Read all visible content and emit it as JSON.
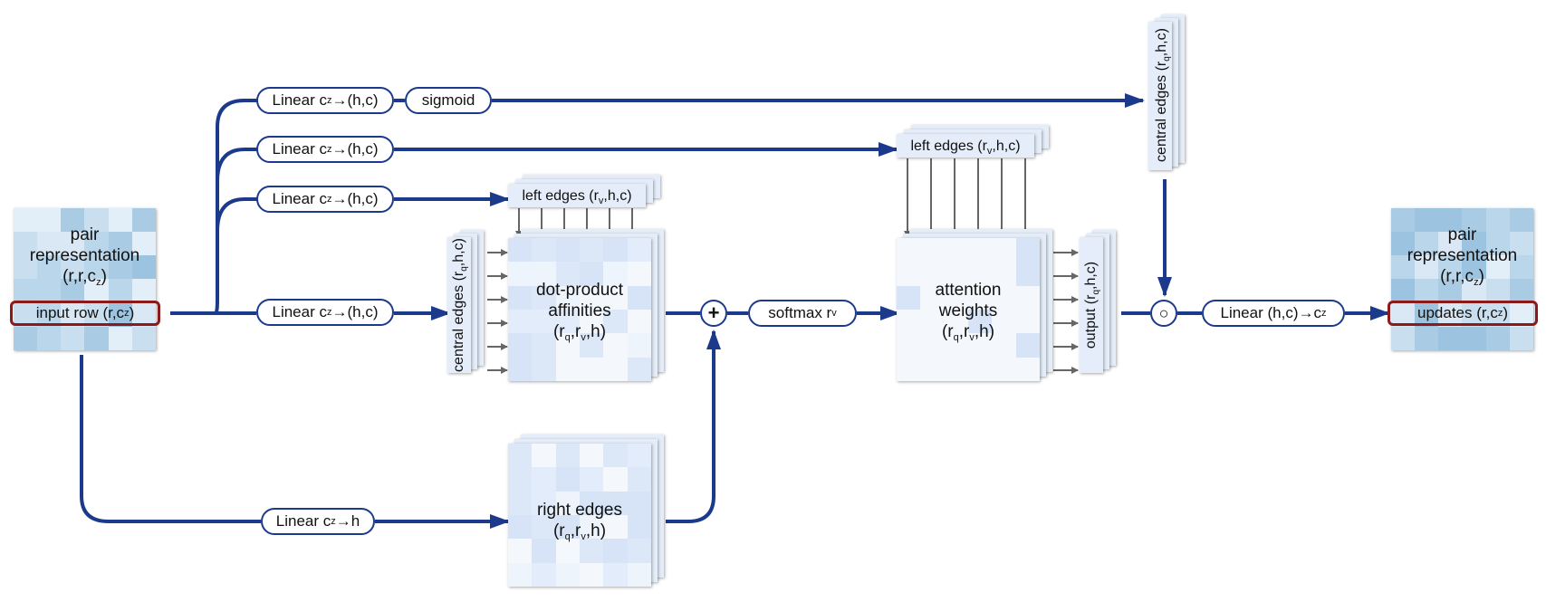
{
  "input_block": {
    "title_lines": [
      "pair",
      "representation"
    ],
    "shape_main": "(r,r,c",
    "shape_sub": "z",
    "shape_end": ")",
    "highlight_main": "input row (r,c",
    "highlight_sub": "z",
    "highlight_end": ")"
  },
  "output_block": {
    "title_lines": [
      "pair",
      "representation"
    ],
    "shape_main": "(r,r,c",
    "shape_sub": "z",
    "shape_end": ")",
    "highlight_main": "updates (r,c",
    "highlight_sub": "z",
    "highlight_end": ")"
  },
  "ops": {
    "linear_gate": {
      "pre": "Linear c",
      "sub": "z",
      "post": "→(h,c)"
    },
    "sigmoid": "sigmoid",
    "linear_left2": {
      "pre": "Linear c",
      "sub": "z",
      "post": "→(h,c)"
    },
    "linear_left1": {
      "pre": "Linear c",
      "sub": "z",
      "post": "→(h,c)"
    },
    "linear_central": {
      "pre": "Linear c",
      "sub": "z",
      "post": "→(h,c)"
    },
    "linear_bias": {
      "pre": "Linear c",
      "sub": "z",
      "post": "→h"
    },
    "softmax": {
      "pre": "softmax r",
      "sub": "v"
    },
    "linear_out": {
      "pre": "Linear (h,c)→c",
      "sub": "z"
    },
    "plus_symbol": "+",
    "gate_symbol": "○"
  },
  "tensors": {
    "left_edges_1": {
      "pre": "left edges (r",
      "sub": "v",
      "post": ",h,c)"
    },
    "left_edges_2": {
      "pre": "left edges (r",
      "sub": "v",
      "post": ",h,c)"
    },
    "central_edges_1": {
      "pre": "central edges (r",
      "sub": "q",
      "post": ",h,c)"
    },
    "central_edges_gate": {
      "pre": "central edges  (r",
      "sub": "q",
      "post": ",h,c)"
    },
    "affinities": {
      "lines": [
        "dot-product",
        "affinities"
      ],
      "shape": [
        "(r",
        "q",
        ",r",
        "v",
        ",h)"
      ]
    },
    "right_edges": {
      "lines": [
        "right edges"
      ],
      "shape": [
        "(r",
        "q",
        ",r",
        "v",
        ",h)"
      ]
    },
    "attention": {
      "lines": [
        "attention",
        "weights"
      ],
      "shape": [
        "(r",
        "q",
        ",r",
        "v",
        ",h)"
      ]
    },
    "output": {
      "pre": "output (r",
      "sub": "q",
      "post": ",h,c)"
    }
  },
  "colors": {
    "arrow": "#1b3a8c",
    "thin_arrow": "#666666",
    "highlight": "#8b1a1a",
    "pair_cells": [
      "#a9cbe3",
      "#b9d6ea",
      "#c9dff0",
      "#d9e8f4",
      "#9cc3df",
      "#e2eef8"
    ],
    "light_cells": [
      "#eef4fc",
      "#e3ecfa",
      "#d7e4f7",
      "#f4f8fd",
      "#dce7f8"
    ]
  }
}
